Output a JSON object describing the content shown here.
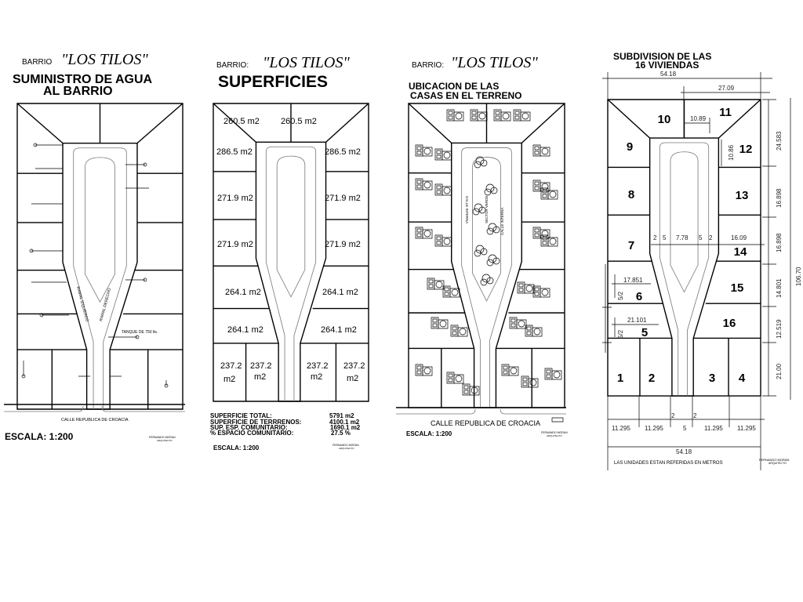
{
  "panels": [
    {
      "barrio": "BARRIO",
      "name": "\"LOS TILOS\"",
      "title1": "SUMINISTRO DE AGUA",
      "title2": "AL BARRIO",
      "ramal_izq": "RAMAL IZQUIERDO",
      "ramal_der": "RAMAL DERECHO",
      "tanque": "TANQUE DE 750 lts.",
      "street": "CALLE REPUBLICA DE CROACIA",
      "scale": "ESCALA: 1:200",
      "author": "FERNANDO MORAN",
      "author_role": "ARQUITECTO"
    },
    {
      "barrio": "BARRIO:",
      "name": "\"LOS TILOS\"",
      "title1": "SUPERFICIES",
      "areas": [
        "260.5 m2",
        "260.5 m2",
        "286.5 m2",
        "286.5 m2",
        "271.9 m2",
        "271.9 m2",
        "271.9 m2",
        "271.9 m2",
        "264.1 m2",
        "264.1 m2",
        "264.1 m2",
        "264.1 m2",
        "237.2",
        "237.2",
        "237.2",
        "237.2"
      ],
      "unit": "m2",
      "summary": [
        {
          "label": "SUPERFICIE TOTAL:",
          "value": "5791 m2"
        },
        {
          "label": "SUPERFICIE DE TERRRENOS:",
          "value": "4100.1 m2"
        },
        {
          "label": "SUP. ESP. COMUNITARIO:",
          "value": "1690.1 m2"
        },
        {
          "label": "% ESPACIO COMUNITARIO:",
          "value": "27.5 %"
        }
      ],
      "scale": "ESCALA: 1:200",
      "author": "FERNANDO MORAN",
      "author_role": "ARQUITECTO"
    },
    {
      "barrio": "BARRIO:",
      "name": "\"LOS TILOS\"",
      "title1": "UBICACION DE LAS",
      "title2": "CASAS EN EL TERRENO",
      "calle_izq": "CALLE INTERNA",
      "sector": "SECTOR VERDE",
      "calle_der": "CALLE INTERNA",
      "street": "CALLE REPUBLICA DE CROACIA",
      "scale": "ESCALA: 1:200",
      "author": "FERNANDO MORAN",
      "author_role": "ARQUITECTO"
    },
    {
      "title1": "SUBDIVISION DE LAS",
      "title2": "16 VIVIENDAS",
      "lots": [
        "1",
        "2",
        "3",
        "4",
        "5",
        "6",
        "7",
        "8",
        "9",
        "10",
        "11",
        "12",
        "13",
        "14",
        "15",
        "16"
      ],
      "dims": {
        "total_width": "54.18",
        "half_width": "27.09",
        "d_10_89": "10.89",
        "d_10_86": "10.86",
        "d_24_583": "24.583",
        "d_16_898a": "16.898",
        "d_16_898b": "16.898",
        "d_14_801": "14.801",
        "d_12_519": "12.519",
        "d_21_00": "21.00",
        "total_length": "106.70",
        "d_17_851": "17.851",
        "d_21_101": "21.101",
        "half_a": "5/2",
        "half_b": "5/2",
        "road_row": [
          "2",
          "5",
          "7.78",
          "5",
          "2"
        ],
        "d_16_09": "16.09",
        "stem_a": "2",
        "stem_b": "2",
        "bottom_row": [
          "11.295",
          "11.295",
          "5",
          "11.295",
          "11.295"
        ],
        "bottom_total": "54.18"
      },
      "note": "LAS UNIDADES ESTAN REFERIDAS EN METROS",
      "author": "FERNANDO MORAN",
      "author_role": "ARQUITECTO"
    }
  ]
}
